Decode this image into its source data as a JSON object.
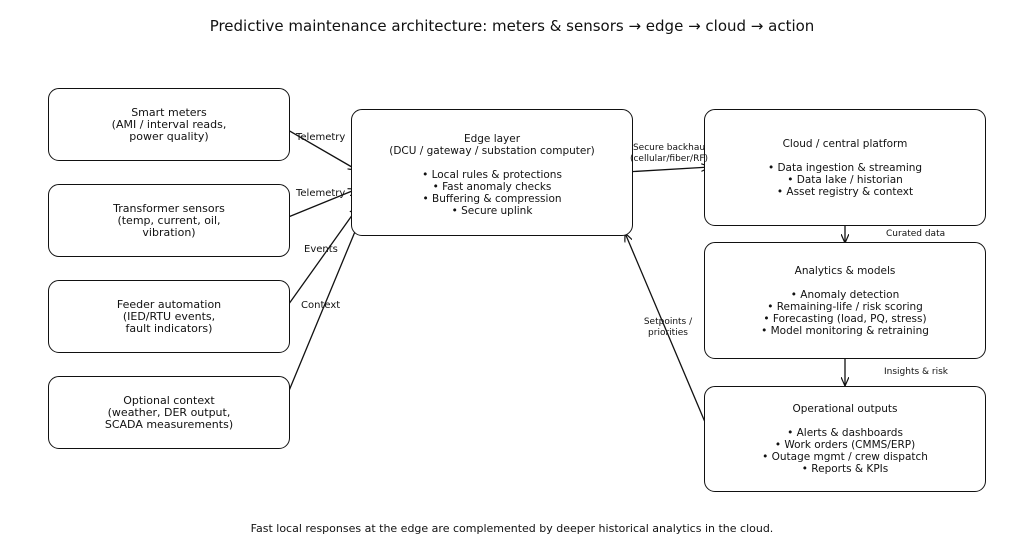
{
  "title": "Predictive maintenance architecture: meters & sensors → edge → cloud → action",
  "caption": "Fast local responses at the edge are complemented by deeper historical analytics in the cloud.",
  "sources": [
    {
      "id": "smart-meters",
      "lines": [
        "Smart meters",
        "(AMI / interval reads,",
        "power quality)"
      ]
    },
    {
      "id": "transformer-sensors",
      "lines": [
        "Transformer sensors",
        "(temp, current, oil,",
        "vibration)"
      ]
    },
    {
      "id": "feeder-automation",
      "lines": [
        "Feeder automation",
        "(IED/RTU events,",
        "fault indicators)"
      ]
    },
    {
      "id": "optional-context",
      "lines": [
        "Optional context",
        "(weather, DER output,",
        "SCADA measurements)"
      ]
    }
  ],
  "edge": {
    "title": "Edge layer",
    "subtitle": "(DCU / gateway / substation computer)",
    "bullets": [
      "• Local rules & protections",
      "• Fast anomaly checks",
      "• Buffering & compression",
      "• Secure uplink"
    ]
  },
  "cloud": {
    "title": "Cloud / central platform",
    "bullets": [
      "• Data ingestion & streaming",
      "• Data lake / historian",
      "• Asset registry & context"
    ]
  },
  "analytics": {
    "title": "Analytics & models",
    "bullets": [
      "• Anomaly detection",
      "• Remaining-life / risk scoring",
      "• Forecasting (load, PQ, stress)",
      "• Model monitoring & retraining"
    ]
  },
  "outputs": {
    "title": "Operational outputs",
    "bullets": [
      "• Alerts & dashboards",
      "• Work orders (CMMS/ERP)",
      "• Outage mgmt / crew dispatch",
      "• Reports & KPIs"
    ]
  },
  "edge_labels": {
    "telemetry_1": "Telemetry",
    "telemetry_2": "Telemetry",
    "events": "Events",
    "context": "Context",
    "backhaul_1": "Secure backhau",
    "backhaul_2": "(cellular/fiber/RF)",
    "curated": "Curated data",
    "insights": "Insights & risk",
    "setpoints_1": "Setpoints /",
    "setpoints_2": "priorities"
  }
}
